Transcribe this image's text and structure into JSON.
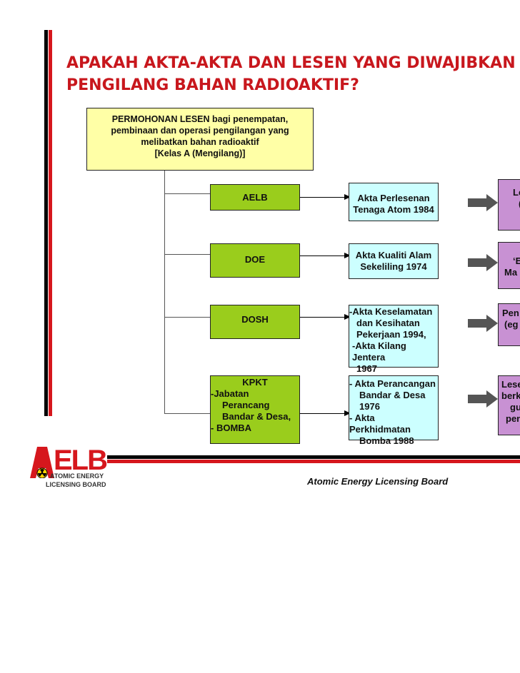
{
  "title": {
    "line1": "APAKAH AKTA-AKTA DAN LESEN YANG DIWAJIBKAN K",
    "line2": "PENGILANG BAHAN RADIOAKTIF?"
  },
  "top_box": {
    "line1": "PERMOHONAN LESEN bagi penempatan,",
    "line2": "pembinaan dan operasi pengilangan yang",
    "line3": "melibatkan bahan radioaktif",
    "line4": "[Kelas A (Mengilang)]"
  },
  "rows": [
    {
      "agency": [
        "AELB"
      ],
      "act": [
        "Akta Perlesenan",
        "Tenaga Atom 1984"
      ],
      "outcome": [
        "Le",
        "("
      ]
    },
    {
      "agency": [
        "DOE"
      ],
      "act": [
        "Akta Kualiti Alam",
        "Sekeliling 1974"
      ],
      "outcome": [
        "‘E",
        "Ma"
      ]
    },
    {
      "agency": [
        "DOSH"
      ],
      "act": [
        "-Akta Keselamatan",
        "dan Kesihatan",
        "Pekerjaan 1994,",
        "-Akta Kilang Jentera",
        "1967"
      ],
      "outcome": [
        "Pen",
        "(eg"
      ]
    },
    {
      "agency": [
        "KPKT",
        "-Jabatan",
        "Perancang",
        "Bandar & Desa,",
        "- BOMBA"
      ],
      "act": [
        "- Akta Perancangan",
        "Bandar & Desa",
        "1976",
        "- Akta Perkhidmatan",
        "Bomba 1988"
      ],
      "outcome": [
        "Lese",
        "berk",
        "gu",
        "pen"
      ]
    }
  ],
  "footer": "Atomic Energy Licensing Board",
  "logo": {
    "letters": "ELB",
    "line1": "ATOMIC ENERGY",
    "line2": "LICENSING BOARD"
  },
  "colors": {
    "title_red": "#c8171d",
    "bar_red": "#d6171d",
    "yellow": "#ffffa6",
    "green": "#9acd1c",
    "blue": "#ccffff",
    "purple": "#c891d3"
  }
}
